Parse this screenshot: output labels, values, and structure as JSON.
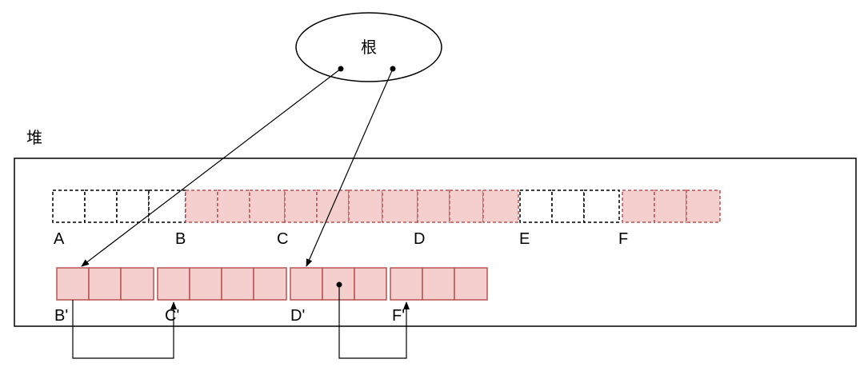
{
  "root": {
    "label": "根"
  },
  "heap": {
    "label": "堆"
  },
  "colors": {
    "live_fill": "#f5cece",
    "live_stroke": "#b85450",
    "dead_stroke": "#000000",
    "line": "#000000"
  },
  "old_space": {
    "labels": [
      "A",
      "B",
      "C",
      "D",
      "E",
      "F"
    ]
  },
  "new_space": {
    "labels": [
      "B'",
      "C'",
      "D'",
      "F'"
    ]
  }
}
